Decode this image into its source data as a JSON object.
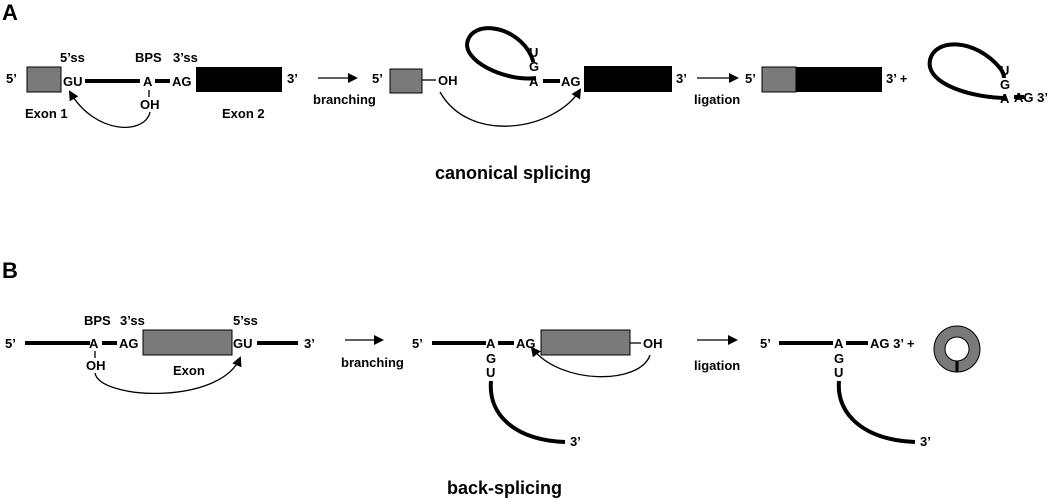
{
  "panelA": {
    "label": "A",
    "caption": "canonical splicing",
    "five_prime": "5’",
    "three_prime": "3’",
    "ss5": "5’ss",
    "bps": "BPS",
    "ss3": "3’ss",
    "gu": "GU",
    "a": "A",
    "oh": "OH",
    "ag": "AG",
    "exon1": "Exon 1",
    "exon2": "Exon 2",
    "step1": "branching",
    "step2": "ligation",
    "u": "U",
    "g": "G",
    "plus": "3’ +",
    "ag3": "AG 3’"
  },
  "panelB": {
    "label": "B",
    "caption": "back-splicing",
    "five_prime": "5’",
    "three_prime": "3’",
    "bps": "BPS",
    "ss3": "3’ss",
    "ss5": "5’ss",
    "a": "A",
    "ag": "AG",
    "gu": "GU",
    "oh": "OH",
    "exon": "Exon",
    "step1": "branching",
    "step2": "ligation",
    "g": "G",
    "u": "U",
    "ag3plus": "AG 3’ +"
  },
  "colors": {
    "exon_gray": "#7a7a7a",
    "exon_black": "#000000"
  }
}
